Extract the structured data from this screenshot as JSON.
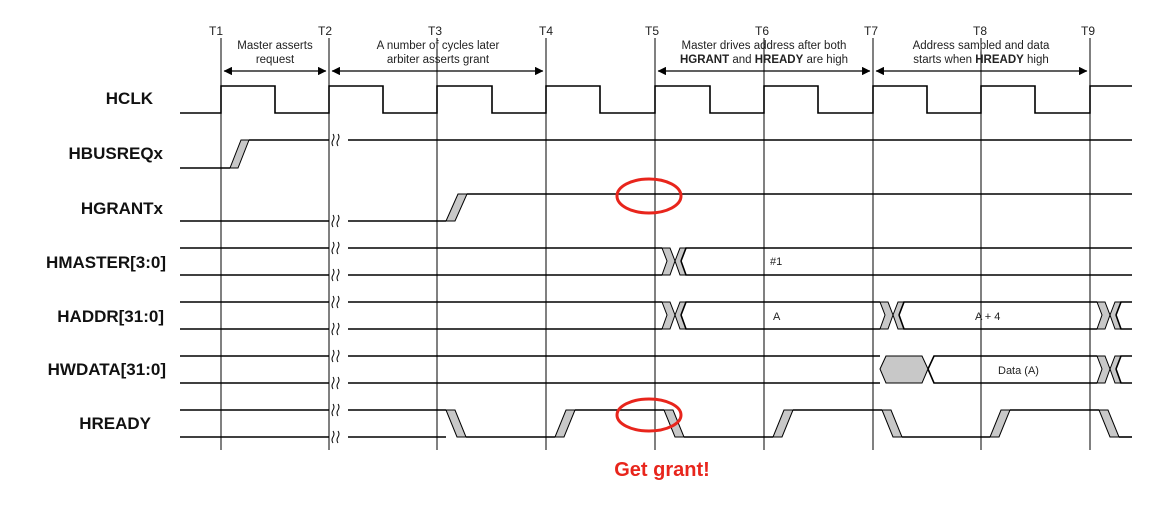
{
  "signals": [
    "HCLK",
    "HBUSREQx",
    "HGRANTx",
    "HMASTER[3:0]",
    "HADDR[31:0]",
    "HWDATA[31:0]",
    "HREADY"
  ],
  "ticks": [
    "T1",
    "T2",
    "T3",
    "T4",
    "T5",
    "T6",
    "T7",
    "T8",
    "T9"
  ],
  "annotations": {
    "a1": [
      "Master asserts",
      "request"
    ],
    "a2": [
      "A number of cycles later",
      "arbiter asserts grant"
    ],
    "a3_line1": "Master drives address after both",
    "a3_line2": [
      {
        "text": "HGRANT",
        "bold": true
      },
      {
        "text": " and ",
        "bold": false
      },
      {
        "text": "HREADY",
        "bold": true
      },
      {
        "text": " are high",
        "bold": false
      }
    ],
    "a4_line1": "Address sampled and data",
    "a4_line2": [
      {
        "text": "starts when ",
        "bold": false
      },
      {
        "text": "HREADY",
        "bold": true
      },
      {
        "text": " high",
        "bold": false
      }
    ]
  },
  "bus_values": {
    "hmaster": "#1",
    "haddr_1": "A",
    "haddr_2": "A + 4",
    "hwdata": "Data (A)"
  },
  "callout": "Get grant!",
  "colors": {
    "highlight": "#e8251c",
    "transition_fill": "#c8c8c8",
    "line": "#000000"
  }
}
